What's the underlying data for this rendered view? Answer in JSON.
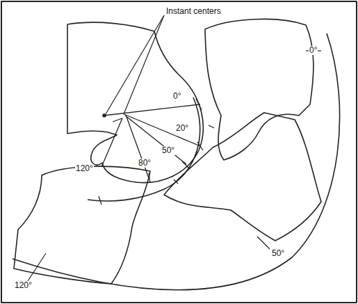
{
  "diagram": {
    "labels": [
      "Instant centers",
      "0°",
      "20°",
      "0°",
      "50°",
      "80°",
      "120°",
      "50°",
      "120°"
    ]
  }
}
